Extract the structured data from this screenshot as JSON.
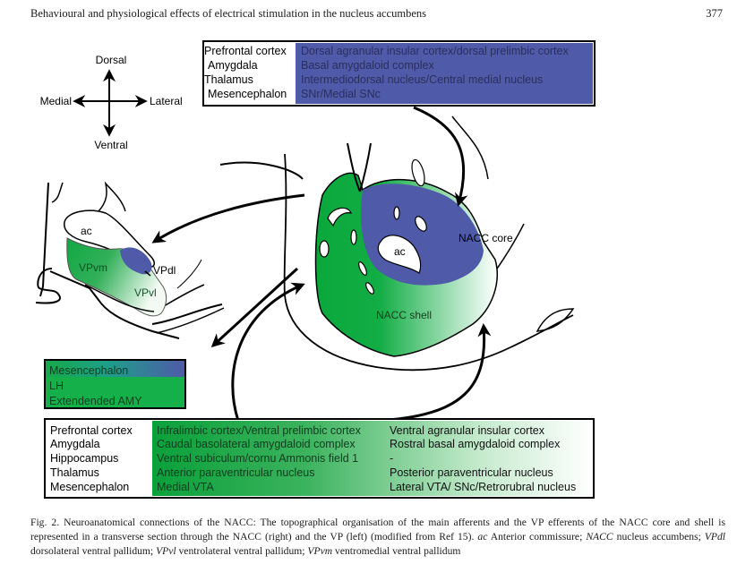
{
  "running_head": {
    "title": "Behavioural and physiological effects of electrical stimulation in the nucleus accumbens",
    "page_number": "377"
  },
  "figure": {
    "orientation": {
      "dorsal": "Dorsal",
      "ventral": "Ventral",
      "medial": "Medial",
      "lateral": "Lateral"
    },
    "core_afferents_box": {
      "color": "#4f5aa8",
      "rows": [
        {
          "region": "Prefrontal cortex",
          "target": "Dorsal agranular insular cortex/dorsal prelimbic cortex"
        },
        {
          "region": "Amygdala",
          "target": "Basal amygdaloid complex"
        },
        {
          "region": "Thalamus",
          "target": "Intermediodorsal nucleus/Central medial nucleus"
        },
        {
          "region": "Mesencephalon",
          "target": "SNr/Medial SNc"
        }
      ]
    },
    "vp_efferents_box": {
      "rows": [
        {
          "label": "Mesencephalon",
          "color": "#4f5aa8"
        },
        {
          "label": "LH",
          "color": "#16b04a"
        },
        {
          "label": "Extendended AMY",
          "color": "#16b04a"
        }
      ]
    },
    "shell_afferents_box": {
      "color_start": "#0aa03a",
      "color_end": "#ffffff",
      "rows": [
        {
          "region": "Prefrontal cortex",
          "medial": "Infralimbic cortex/Ventral prelimbic cortex",
          "lateral": "Ventral agranular insular cortex"
        },
        {
          "region": "Amygdala",
          "medial": "Caudal basolateral amygdaloid complex",
          "lateral": "Rostral basal amygdaloid complex"
        },
        {
          "region": "Hippocampus",
          "medial": "Ventral subiculum/cornu Ammonis field 1",
          "lateral": "-"
        },
        {
          "region": "Thalamus",
          "medial": "Anterior paraventricular nucleus",
          "lateral": "Posterior paraventricular nucleus"
        },
        {
          "region": "Mesencephalon",
          "medial": "Medial VTA",
          "lateral": "Lateral VTA/ SNc/Retrorubral nucleus"
        }
      ]
    },
    "labels": {
      "vp_ac": "ac",
      "vpvm": "VPvm",
      "vpdl": "VPdl",
      "vpvl": "VPvl",
      "nacc_ac": "ac",
      "nacc_core": "NACC core",
      "nacc_shell": "NACC shell"
    },
    "colors": {
      "core_blue": "#4f5aa8",
      "shell_green": "#12a843",
      "outline": "#000000"
    }
  },
  "caption": {
    "lead": "Fig. 2.  Neuroanatomical connections of the NACC: The topographical organisation of the main afferents and the VP efferents of the NACC core and shell is represented in a transverse section through the NACC (right) and the VP (left) (modified from Ref 15).",
    "abbreviations": [
      {
        "abbr": "ac",
        "text": "Anterior commissure;"
      },
      {
        "abbr": "NACC",
        "text": "nucleus accumbens;"
      },
      {
        "abbr": "VPdl",
        "text": "dorsolateral ventral pallidum;"
      },
      {
        "abbr": "VPvl",
        "text": "ventrolateral ventral pallidum;"
      },
      {
        "abbr": "VPvm",
        "text": "ventromedial ventral pallidum"
      }
    ]
  }
}
